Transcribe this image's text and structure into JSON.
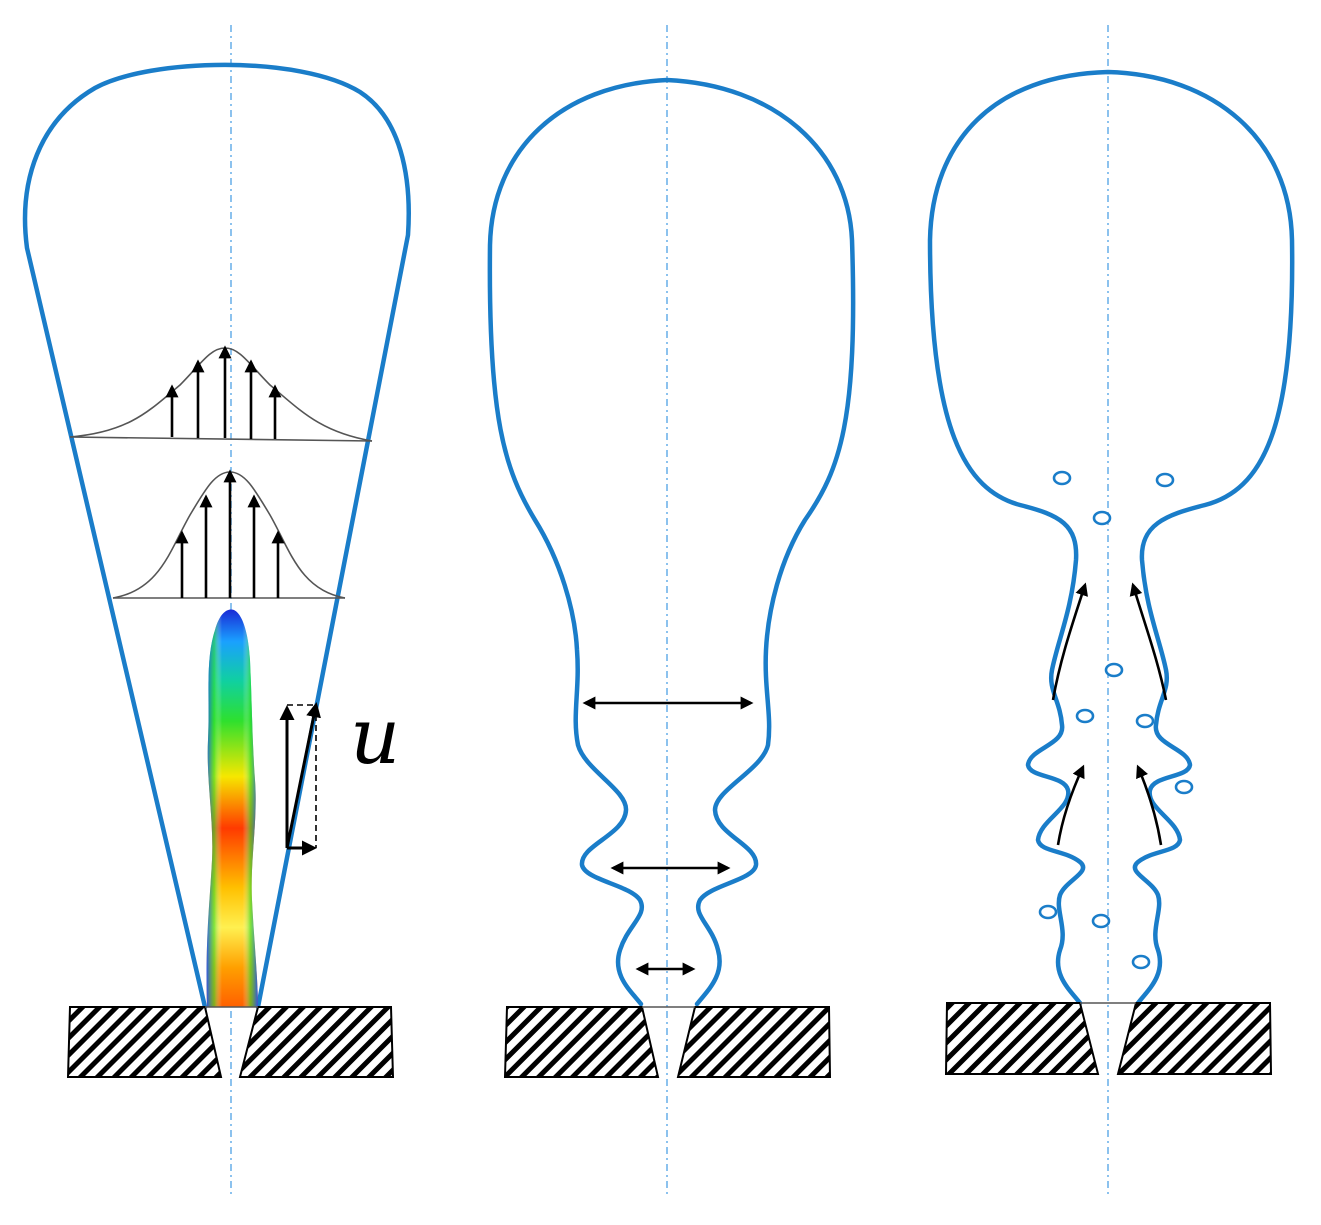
{
  "diagram": {
    "panels": [
      "left-panel",
      "middle-panel",
      "right-panel"
    ],
    "velocity_label": "u",
    "colors": {
      "outline": "#1a7dc9",
      "axis": "#6fb3ea",
      "profile": "#555555",
      "arrows": "#000000"
    },
    "icons": {
      "nozzle": "hatched-nozzle-icon",
      "bubble": "bubble-icon",
      "arrow": "arrow-icon"
    }
  }
}
